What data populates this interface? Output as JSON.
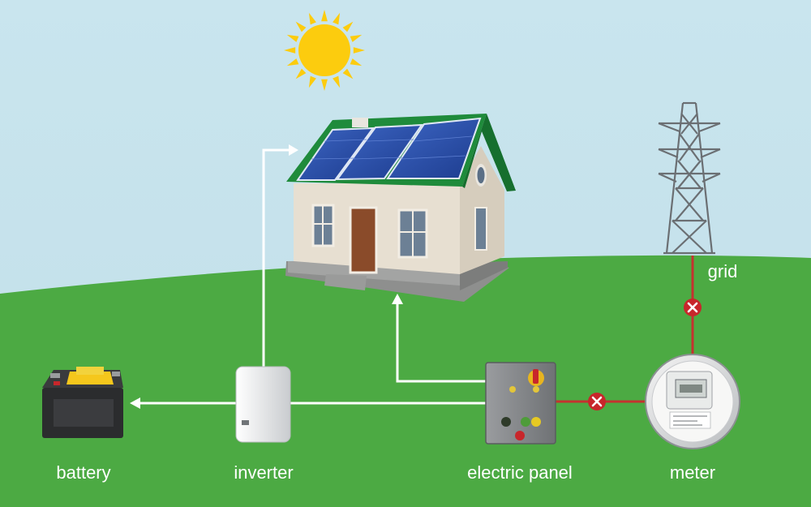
{
  "labels": {
    "battery": "battery",
    "inverter": "inverter",
    "electric_panel": "electric panel",
    "meter": "meter",
    "grid": "grid"
  },
  "icons": {
    "sun": "sun-icon",
    "house": "house-with-solar-panels",
    "tower": "power-transmission-tower-icon",
    "battery": "car-battery-icon",
    "inverter": "inverter-box-icon",
    "panel": "electric-panel-box-icon",
    "meter": "electric-meter-icon",
    "break": "x-circle-icon"
  },
  "colors": {
    "sky": "#c5e2ec",
    "grass": "#4caa43",
    "flow_line": "#ffffff",
    "grid_line": "#c5322f",
    "break_marker": "#c8262b",
    "sun": "#fccc0e",
    "roof": "#1f8b3b",
    "solar_panel": "#2a4ea6",
    "wall": "#ebe3d5"
  }
}
